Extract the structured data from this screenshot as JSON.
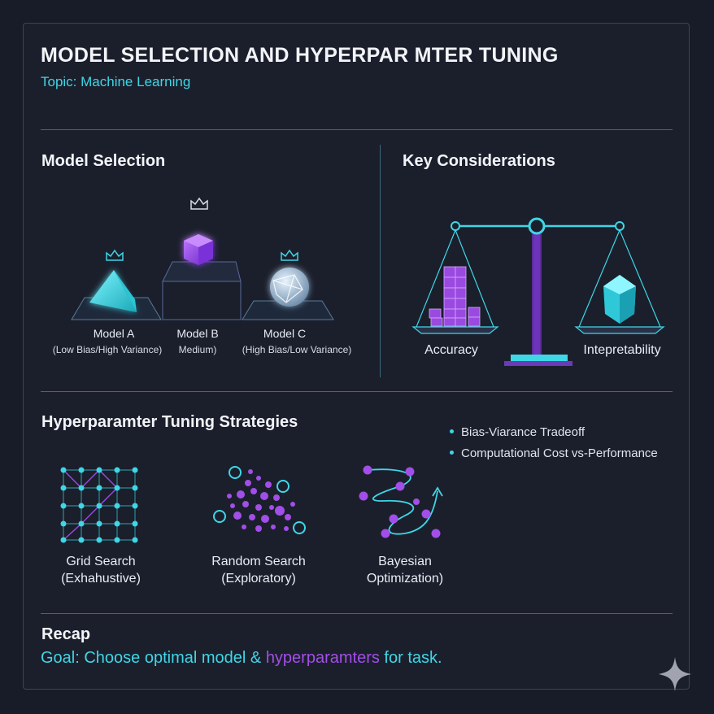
{
  "header": {
    "title": "MODEL SELECTION AND HYPERPAR MTER TUNING",
    "subtitle": "Topic: Machine Learning"
  },
  "model_selection": {
    "heading": "Model Selection",
    "models": [
      {
        "name": "Model A",
        "desc": "(Low Bias/High Variance)",
        "shape": "pyramid-icon"
      },
      {
        "name": "Model B",
        "desc": "Medium)",
        "shape": "cube-icon"
      },
      {
        "name": "Model C",
        "desc": "(High Bias/Low Variance)",
        "shape": "sphere-icon"
      }
    ]
  },
  "key_considerations": {
    "heading": "Key Considerations",
    "left_label": "Accuracy",
    "right_label": "Intepretability",
    "bullets": [
      "Bias-Viarance Tradeoff",
      "Computational Cost vs-Performance"
    ]
  },
  "tuning": {
    "heading": "Hyperparamter Tuning Strategies",
    "strategies": [
      {
        "line1": "Grid Search",
        "line2": "(Exhahustive)",
        "icon": "grid-search-icon"
      },
      {
        "line1": "Random Search",
        "line2": "(Exploratory)",
        "icon": "random-search-icon"
      },
      {
        "line1": "Bayesian",
        "line2": "Optimization)",
        "icon": "bayesian-optimization-icon"
      }
    ]
  },
  "recap": {
    "heading": "Recap",
    "goal_prefix": "Goal: Choose optimal model & ",
    "goal_highlight": "hyperparamters",
    "goal_suffix": " for task."
  },
  "colors": {
    "accent_cyan": "#3fd6e6",
    "accent_purple": "#a24ee8",
    "background": "#181c28"
  }
}
